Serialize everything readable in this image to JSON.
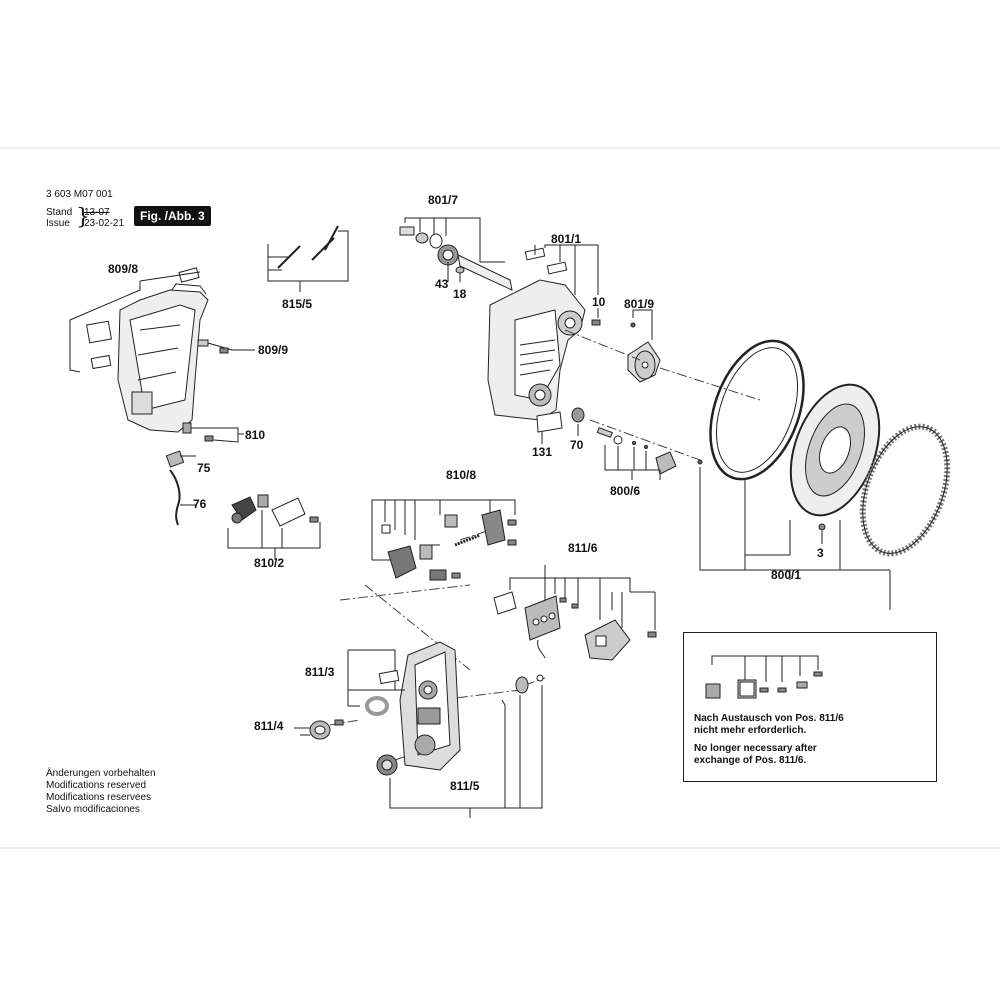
{
  "doc": {
    "part_number": "3 603 M07 001",
    "stand_label": "Stand",
    "issue_label": "Issue",
    "stand_old": "13-07",
    "issue_date": "23-02-21",
    "figure_label": "Fig. /Abb. 3"
  },
  "labels": {
    "p801_7": "801/7",
    "p801_1": "801/1",
    "p43": "43",
    "p18": "18",
    "p10": "10",
    "p801_9": "801/9",
    "p809_8": "809/8",
    "p815_5": "815/5",
    "p809_9": "809/9",
    "p810": "810",
    "p75": "75",
    "p76": "76",
    "p810_2": "810/2",
    "p131": "131",
    "p70": "70",
    "p800_6": "800/6",
    "p810_8": "810/8",
    "p811_6": "811/6",
    "p3": "3",
    "p800_1": "800/1",
    "p811_3": "811/3",
    "p811_4": "811/4",
    "p811_5": "811/5"
  },
  "notice": {
    "de_line1": "Nach Austausch von Pos. 811/6",
    "de_line2": "nicht mehr erforderlich.",
    "en_line1": "No longer necessary after",
    "en_line2": "exchange of Pos. 811/6."
  },
  "footer": {
    "de": "Änderungen vorbehalten",
    "en": "Modifications reserved",
    "fr": "Modifications reservees",
    "es": "Salvo modificaciones"
  }
}
